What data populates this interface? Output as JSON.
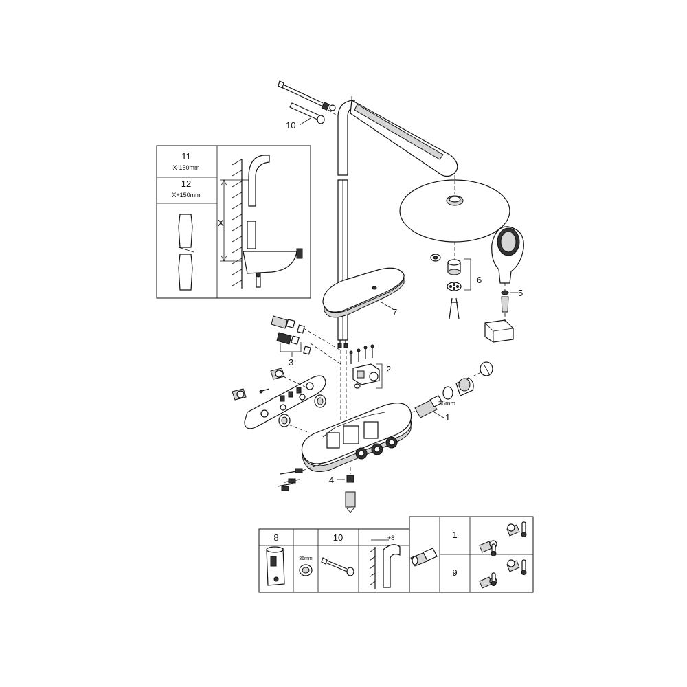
{
  "callouts": {
    "c1": "1",
    "c2": "2",
    "c3": "3",
    "c4": "4",
    "c5": "5",
    "c6": "6",
    "c7": "7",
    "c10": "10"
  },
  "detail_box": {
    "item11": "11",
    "item11_size": "X-150mm",
    "item12": "12",
    "item12_size": "X+150mm",
    "dim_x": "X"
  },
  "wrench_label": "36mm",
  "accessories": {
    "item8": "8",
    "wrench_size": "36mm",
    "item10": "10",
    "offset": "+8",
    "item1": "1",
    "item9": "9"
  },
  "icons": [
    "hot-cold-thermometer-icon",
    "valve-connection-icon",
    "wrench-icon",
    "screw-anchor-icon"
  ]
}
